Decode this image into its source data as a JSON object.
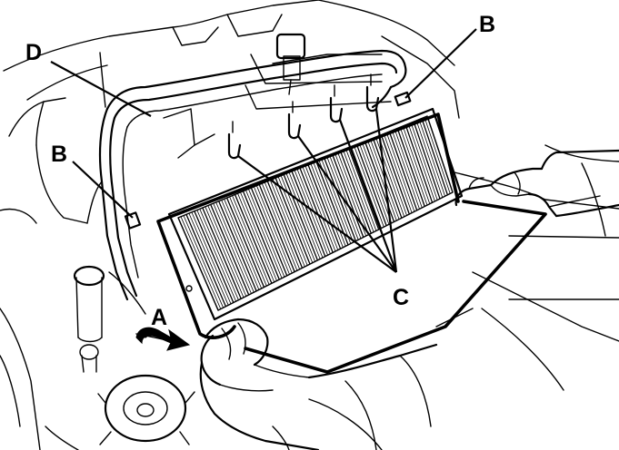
{
  "callouts": {
    "a": "A",
    "b_right": "B",
    "b_left": "B",
    "c": "C",
    "d": "D"
  },
  "filter": {
    "pleat_count": 92
  }
}
